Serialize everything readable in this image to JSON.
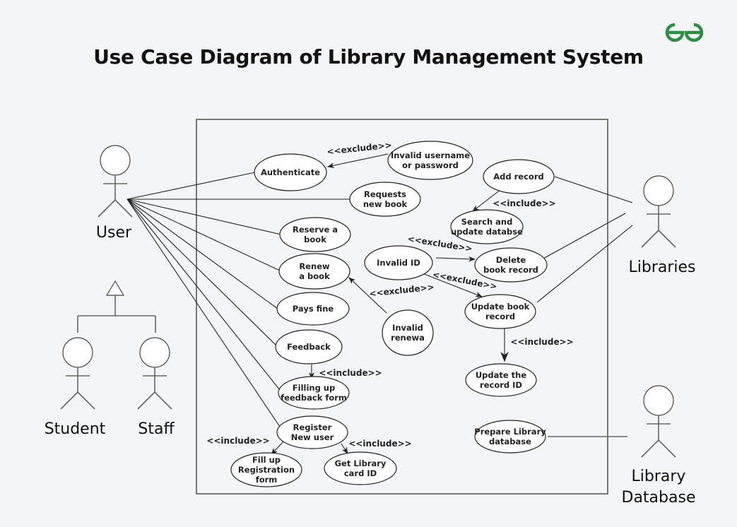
{
  "title": "Use Case Diagram of Library Management System",
  "logo": {
    "name": "GG logo",
    "color": "#2f8d46"
  },
  "actors": {
    "user": "User",
    "student": "Student",
    "staff": "Staff",
    "libraries": "Libraries",
    "library_database": [
      "Library",
      "Database"
    ]
  },
  "use_cases": {
    "authenticate": [
      "Authenticate"
    ],
    "invalid_username": [
      "Invalid username",
      "or password"
    ],
    "requests_new_book": [
      "Requests",
      "new book"
    ],
    "reserve_book": [
      "Reserve a",
      "book"
    ],
    "renew_book": [
      "Renew",
      "a book"
    ],
    "pays_fine": [
      "Pays fine"
    ],
    "feedback": [
      "Feedback"
    ],
    "filling_feedback": [
      "Filling up",
      "feedback form"
    ],
    "register_user": [
      "Register",
      "New user"
    ],
    "fill_registration": [
      "Fill up",
      "Registration",
      "form"
    ],
    "get_library_card": [
      "Get Library",
      "card ID"
    ],
    "add_record": [
      "Add record"
    ],
    "search_update": [
      "Search and",
      "update databse"
    ],
    "invalid_id": [
      "Invalid ID"
    ],
    "delete_book": [
      "Delete",
      "book record"
    ],
    "update_book": [
      "Update book",
      "record"
    ],
    "invalid_renewal": [
      "Invalid",
      "renewa"
    ],
    "update_record_id": [
      "Update the",
      "record ID"
    ],
    "prepare_database": [
      "Prepare Library",
      "database"
    ]
  },
  "relations": {
    "exclude": "<<exclude>>",
    "include": "<<include>>"
  }
}
